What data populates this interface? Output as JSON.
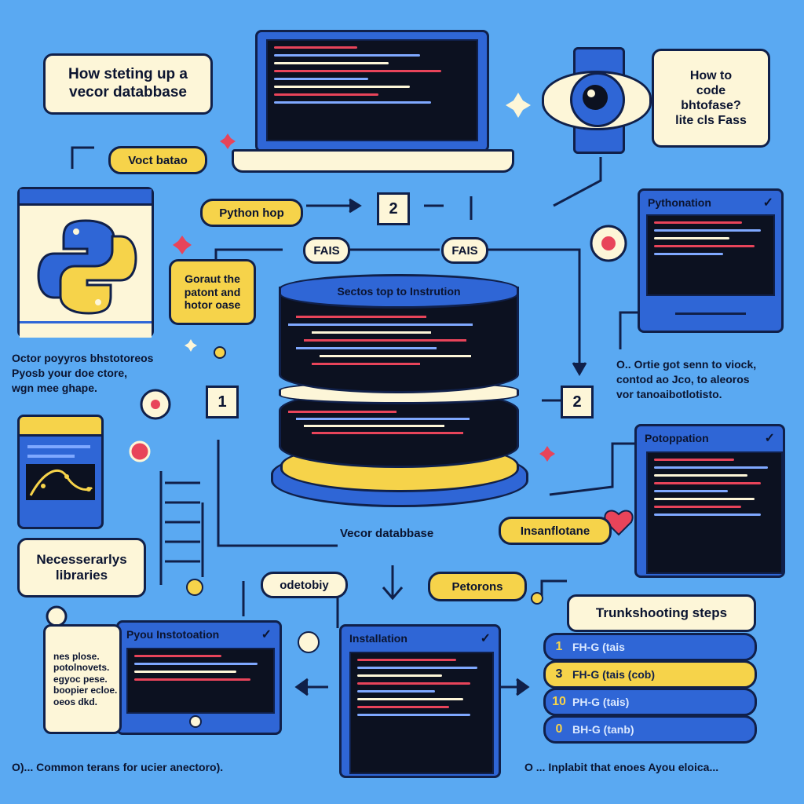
{
  "notes": {
    "how_setting_up": [
      "How steting up a",
      "vecor databbase"
    ],
    "how_to_code": [
      "How to",
      "code",
      "bhtofase?",
      "lite cls Fass"
    ],
    "gotout": [
      "Goraut the",
      "patont and",
      "hotor oase"
    ],
    "necessary": [
      "Necesserarlys",
      "libraries"
    ],
    "troubleshooting": "Trunkshooting steps"
  },
  "pills": {
    "voct_bataa": "Voct batao",
    "python_hop": "Python hop",
    "fais_left": "FAIS",
    "fais_right": "FAIS",
    "insantflotane": "Insanflotane",
    "odetobiy": "odetobiy",
    "petorons": "Petorons"
  },
  "numbers": {
    "top": "2",
    "left": "1",
    "right": "2"
  },
  "database": {
    "top_label": "Sectos top to Instrution",
    "bottom_label": "Vecor databbase"
  },
  "windows": {
    "python_install": "Pythonation",
    "potoppation": "Potoppation",
    "pyon_install": "Pyou Instotoation",
    "installation": "Installation"
  },
  "captions": {
    "left_paragraph": [
      "Octor poyyros bhstotoreos",
      "Pyosb your doe ctore,",
      "wgn mee ghape."
    ],
    "right_paragraph": [
      "O.. Ortie got senn to viock,",
      "contod ao Jco, to aleoros",
      "vor tanoaibotlotisto."
    ],
    "left_bottom": "O)... Common terans for ucier anectoro).",
    "right_bottom": "O ... Inplabit that enoes Ayou eloica...",
    "small_list": [
      "nes plose.",
      "potolnovets.",
      "egyoc pese.",
      "boopier ecloe.",
      "oeos dkd."
    ]
  },
  "troubleshooting_steps": [
    {
      "num": "1",
      "text": "FH-G  (tais",
      "highlight": false
    },
    {
      "num": "3",
      "text": "FH-G  (tais (cob)",
      "highlight": true
    },
    {
      "num": "10",
      "text": "PH-G  (tais)",
      "highlight": false
    },
    {
      "num": "0",
      "text": "BH-G  (tanb)",
      "highlight": false
    }
  ],
  "colors": {
    "background": "#5aa9f2",
    "accent_yellow": "#f6d34a",
    "cream": "#fdf6d8",
    "window_blue": "#2f66d6",
    "code_bg": "#0c1120",
    "outline": "#10204a"
  },
  "icons": [
    "laptop-icon",
    "eye-icon",
    "python-logo-icon",
    "database-icon",
    "heart-icon",
    "phone-chart-icon",
    "gear-icon",
    "sparkle-icon"
  ]
}
